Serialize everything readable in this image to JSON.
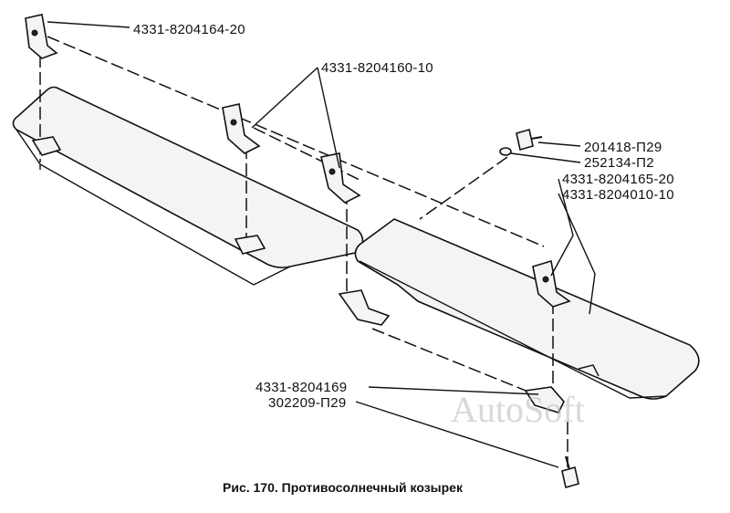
{
  "labels": {
    "part_164": "4331-8204164-20",
    "part_160": "4331-8204160-10",
    "part_p29_bolt": "201418-П29",
    "part_washer": "252134-П2",
    "part_165": "4331-8204165-20",
    "part_010": "4331-8204010-10",
    "part_169": "4331-8204169",
    "part_screw": "302209-П29"
  },
  "caption": "Рис. 170. Противосолнечный козырек",
  "watermark": "AutoSoft"
}
